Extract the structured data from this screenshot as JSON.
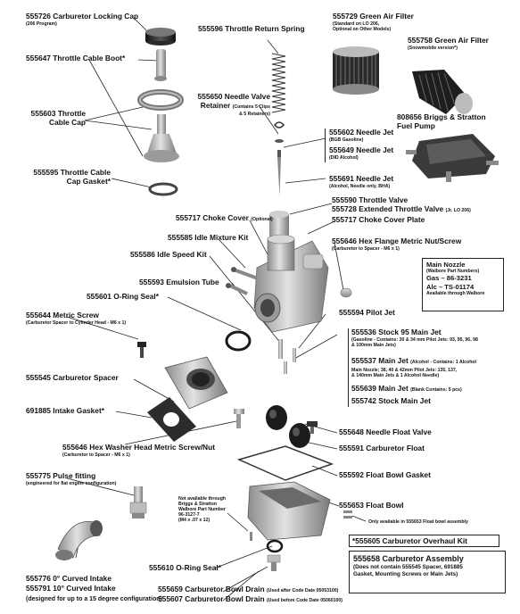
{
  "labels": {
    "carb_locking_cap": {
      "part": "555726 Carburetor Locking Cap",
      "note": "(206 Program)"
    },
    "throttle_return_spring": {
      "part": "555596 Throttle Return Spring"
    },
    "green_air_filter_1": {
      "part": "555729 Green Air Filter",
      "note1": "(Standard on LO 206,",
      "note2": "Optional on Other Models)"
    },
    "green_air_filter_2": {
      "part": "555758 Green Air Filter",
      "note": "(Snowmobile version*)"
    },
    "throttle_cable_boot": {
      "part": "555647 Throttle Cable Boot*"
    },
    "needle_valve_retainer": {
      "line1": "555650 Needle Valve",
      "line2": "Retainer",
      "note1": "(Contains 5 Clips",
      "note2": "& 5 Retainers)"
    },
    "throttle_cable_cap": {
      "line1": "555603 Throttle",
      "line2": "Cable Cap"
    },
    "fuel_pump": {
      "line1": "808656 Briggs & Stratton",
      "line2": "Fuel Pump"
    },
    "needle_jet_bgb": {
      "part": "555602 Needle Jet",
      "note": "(BGB Gasoline)"
    },
    "needle_jet_did": {
      "part": "555649 Needle Jet",
      "note": "(DID Alcohol)"
    },
    "throttle_cable_gasket": {
      "line1": "555595 Throttle Cable",
      "line2": "Cap Gasket*"
    },
    "needle_jet_bha": {
      "part": "555691 Needle Jet",
      "note": "(Alcohol, Needle only, BHA)"
    },
    "throttle_valve": {
      "part": "555590 Throttle Valve"
    },
    "extended_throttle_valve": {
      "part": "555728 Extended Throttle Valve",
      "note": "(Jr. LO 206)"
    },
    "choke_cover": {
      "part": "555717 Choke Cover",
      "note": "(Optional)"
    },
    "choke_cover_plate": {
      "part": "555717 Choke Cover Plate"
    },
    "idle_mixture_kit": {
      "part": "555585 Idle Mixture Kit"
    },
    "hex_flange_nut": {
      "part": "555646 Hex Flange Metric Nut/Screw",
      "note": "(Carburetor to Spacer - M6 x 1)"
    },
    "idle_speed_kit": {
      "part": "555586 Idle Speed Kit"
    },
    "emulsion_tube": {
      "part": "555593 Emulsion Tube"
    },
    "oring_seal_1": {
      "part": "555601 O-Ring Seal*"
    },
    "pilot_jet": {
      "part": "555594 Pilot Jet"
    },
    "metric_screw": {
      "part": "555644 Metric Screw",
      "note": "(Carburetor Spacer to Cylinder Head - M6 x 1)"
    },
    "stock_95_main_jet": {
      "part": "555536 Stock 95 Main Jet",
      "note1": "(Gasoline - Contains: 30 & 34 mm Pilot Jets: 93, 95, 96, 98",
      "note2": "& 100mm Main Jets)"
    },
    "main_jet_alcohol": {
      "part": "555537 Main Jet",
      "note0": "(Alcohol - Contains: 1 Alcohol",
      "note1": "Main Nozzle; 38, 40 & 42mm Pilot Jets: 135, 137,",
      "note2": "& 140mm Main Jets & 1 Alcohol Needle)"
    },
    "carb_spacer": {
      "part": "555545 Carburetor Spacer"
    },
    "main_jet_blank": {
      "part": "555639 Main Jet",
      "note": "(Blank Contains: 5 pcs)"
    },
    "stock_main_jet": {
      "part": "555742 Stock Main Jet"
    },
    "intake_gasket": {
      "part": "691885 Intake Gasket*"
    },
    "needle_float_valve": {
      "part": "555648 Needle Float Valve"
    },
    "carb_float": {
      "part": "555591 Carburetor Float"
    },
    "hex_washer_screw": {
      "part": "555646 Hex Washer Head Metric Screw/Nut",
      "note": "(Carburetor to Spacer - M6 x 1)"
    },
    "float_bowl_gasket": {
      "part": "555592 Float Bowl Gasket"
    },
    "pulse_fitting": {
      "part": "555775 Pulse fitting",
      "note": "(engineered for flat engine configuration)"
    },
    "bowl_note": {
      "l1": "Not available through",
      "l2": "Briggs & Stratton",
      "l3": "Walbore Part Number",
      "l4": "96-3127-7",
      "l5": "(M4 x .07 x 12)"
    },
    "float_bowl": {
      "part": "555653 Float Bowl"
    },
    "float_bowl_assembly_note": {
      "text": "Only available in 555653 Float bowl assembly"
    },
    "oring_seal_2": {
      "part": "555610 O-Ring Seal*"
    },
    "curved_intake_0": {
      "part": "555776 0° Curved Intake"
    },
    "curved_intake_10": {
      "part": "555791 10° Curved Intake"
    },
    "curved_intake_note": {
      "text": "(designed for up to a 15 degree configuration)"
    },
    "bowl_drain_1": {
      "part": "555659 Carburetor Bowl Drain",
      "note": "(Used after Code Date 05053100)"
    },
    "bowl_drain_2": {
      "part": "555607 Carburetor Bowl Drain",
      "note": "(Used before Code Date 05060100)"
    }
  },
  "main_nozzle_box": {
    "title": "Main Nozzle",
    "subtitle": "(Walbore Part Numbers)",
    "gas": "Gas – 86-3231",
    "alc": "Alc – TS-01174",
    "note": "Available through Walbore"
  },
  "overhaul_kit_box": {
    "text": "*555605 Carburetor Overhaul Kit"
  },
  "assembly_box": {
    "title": "555658 Carburetor Assembly",
    "line1": "(Does not contain 555545 Spacer, 691885",
    "line2": "Gasket, Mounting Screws or Main Jets)"
  },
  "colors": {
    "text": "#111111",
    "metal": "#b9b9b9",
    "metal_dark": "#6f6f6f",
    "filter_green": "#2e2e2e",
    "rubber": "#1c1c1c"
  }
}
